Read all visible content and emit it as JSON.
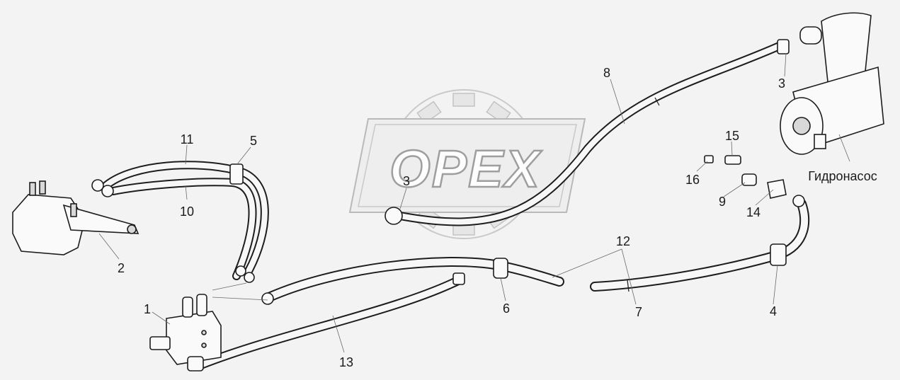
{
  "watermark": {
    "text": "OPEX"
  },
  "callouts": [
    {
      "id": "c1",
      "text": "1"
    },
    {
      "id": "c2",
      "text": "2"
    },
    {
      "id": "c3a",
      "text": "3"
    },
    {
      "id": "c3b",
      "text": "3"
    },
    {
      "id": "c4",
      "text": "4"
    },
    {
      "id": "c5",
      "text": "5"
    },
    {
      "id": "c6",
      "text": "6"
    },
    {
      "id": "c7",
      "text": "7"
    },
    {
      "id": "c8",
      "text": "8"
    },
    {
      "id": "c9",
      "text": "9"
    },
    {
      "id": "c10",
      "text": "10"
    },
    {
      "id": "c11",
      "text": "11"
    },
    {
      "id": "c12",
      "text": "12"
    },
    {
      "id": "c13",
      "text": "13"
    },
    {
      "id": "c14",
      "text": "14"
    },
    {
      "id": "c15",
      "text": "15"
    },
    {
      "id": "c16",
      "text": "16"
    }
  ],
  "pump_label": "Гидронасос"
}
